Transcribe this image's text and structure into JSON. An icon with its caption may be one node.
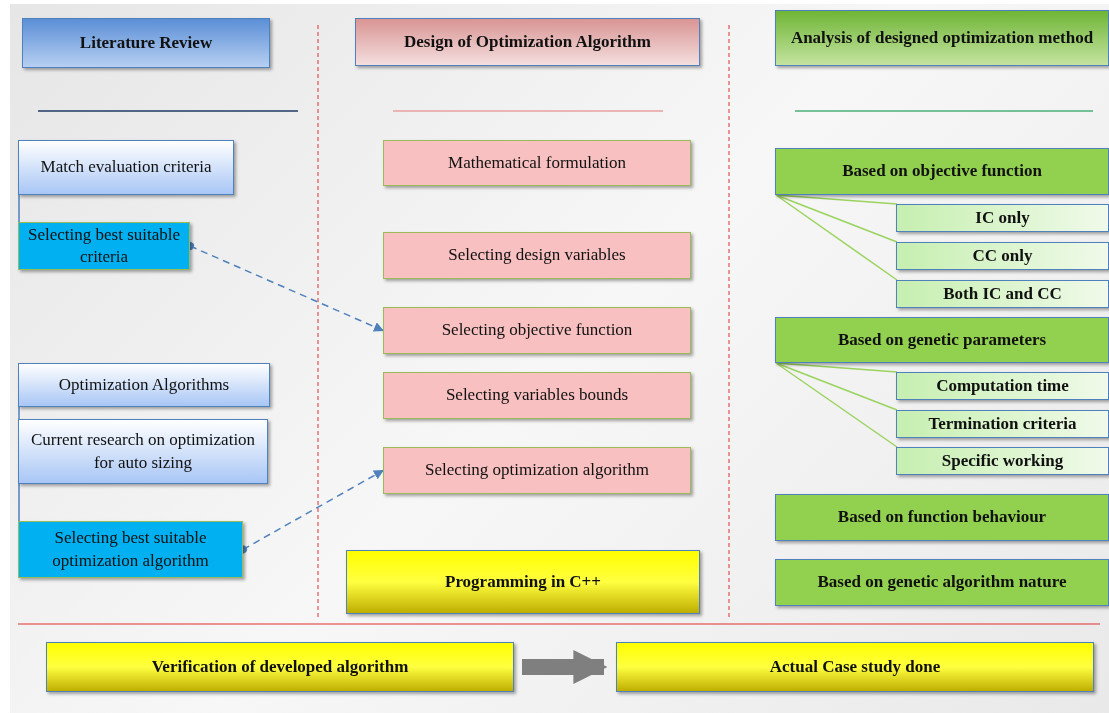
{
  "diagram": {
    "nodes": [
      {
        "text": [
          "Literature Review"
        ]
      },
      {
        "text": [
          "Design of Optimization Algorithm"
        ]
      },
      {
        "text": [
          "Analysis of designed optimization method"
        ]
      },
      {
        "text": [
          "Match evaluation criteria"
        ]
      },
      {
        "text": [
          "Selecting best suitable criteria"
        ]
      },
      {
        "text": [
          "Optimization Algorithms"
        ]
      },
      {
        "text": [
          "Current research on optimization for auto sizing"
        ]
      },
      {
        "text": [
          "Selecting best suitable optimization algorithm"
        ]
      },
      {
        "text": [
          "Mathematical formulation"
        ]
      },
      {
        "text": [
          "Selecting design variables"
        ]
      },
      {
        "text": [
          "Selecting objective function"
        ]
      },
      {
        "text": [
          "Selecting variables bounds"
        ]
      },
      {
        "text": [
          "Selecting optimization algorithm"
        ]
      },
      {
        "text": [
          "Programming in C++"
        ]
      },
      {
        "text": [
          "Based on objective function"
        ]
      },
      {
        "text": [
          "IC only"
        ]
      },
      {
        "text": [
          "CC only"
        ]
      },
      {
        "text": [
          "Both IC and CC"
        ]
      },
      {
        "text": [
          "Based on genetic parameters"
        ]
      },
      {
        "text": [
          "Computation time"
        ]
      },
      {
        "text": [
          "Termination criteria"
        ]
      },
      {
        "text": [
          "Specific working"
        ]
      },
      {
        "text": [
          "Based on function behaviour"
        ]
      },
      {
        "text": [
          "Based on genetic algorithm nature"
        ]
      },
      {
        "text": [
          "Verification of developed algorithm"
        ]
      },
      {
        "text": [
          "Actual Case study done"
        ]
      }
    ],
    "edges": [
      {
        "from": 3,
        "to": 4,
        "arrow": "none",
        "color": "#4f81bd"
      },
      {
        "from": 5,
        "to": 6,
        "arrow": "none",
        "color": "#4f81bd"
      },
      {
        "from": 6,
        "to": 7,
        "arrow": "none",
        "color": "#4f81bd"
      },
      {
        "from": 4,
        "to": 10,
        "arrow": "to",
        "style": "dashed",
        "color": "#4f81bd"
      },
      {
        "from": 7,
        "to": 12,
        "arrow": "to",
        "style": "dashed",
        "color": "#4f81bd"
      },
      {
        "from": 14,
        "to": 15,
        "arrow": "none"
      },
      {
        "from": 14,
        "to": 16,
        "arrow": "none"
      },
      {
        "from": 14,
        "to": 17,
        "arrow": "none"
      },
      {
        "from": 18,
        "to": 19,
        "arrow": "none"
      },
      {
        "from": 18,
        "to": 20,
        "arrow": "none"
      },
      {
        "from": 18,
        "to": 21,
        "arrow": "none"
      },
      {
        "from": 24,
        "to": 25,
        "arrow": "to",
        "style": "thick",
        "color": "#7f7f7f"
      }
    ]
  }
}
